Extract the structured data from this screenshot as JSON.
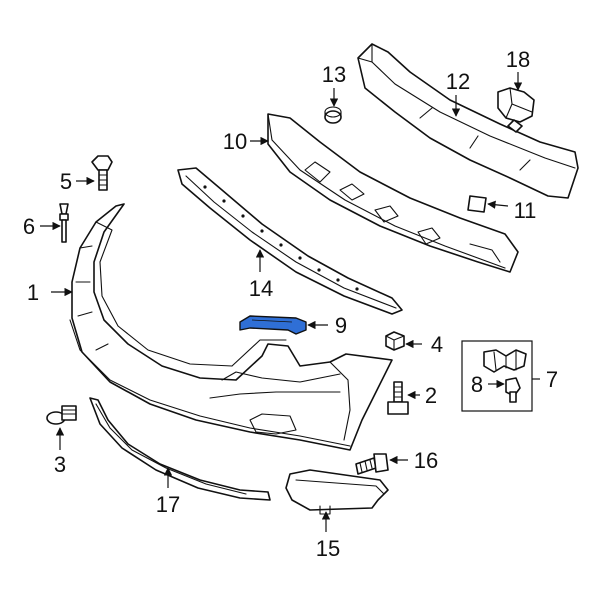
{
  "callouts": {
    "c1": "1",
    "c2": "2",
    "c3": "3",
    "c4": "4",
    "c5": "5",
    "c6": "6",
    "c7": "7",
    "c8": "8",
    "c9": "9",
    "c10": "10",
    "c11": "11",
    "c12": "12",
    "c13": "13",
    "c14": "14",
    "c15": "15",
    "c16": "16",
    "c17": "17",
    "c18": "18"
  },
  "colors": {
    "highlight_fill": "#2f6fd6",
    "line": "#111111",
    "background": "#ffffff"
  }
}
